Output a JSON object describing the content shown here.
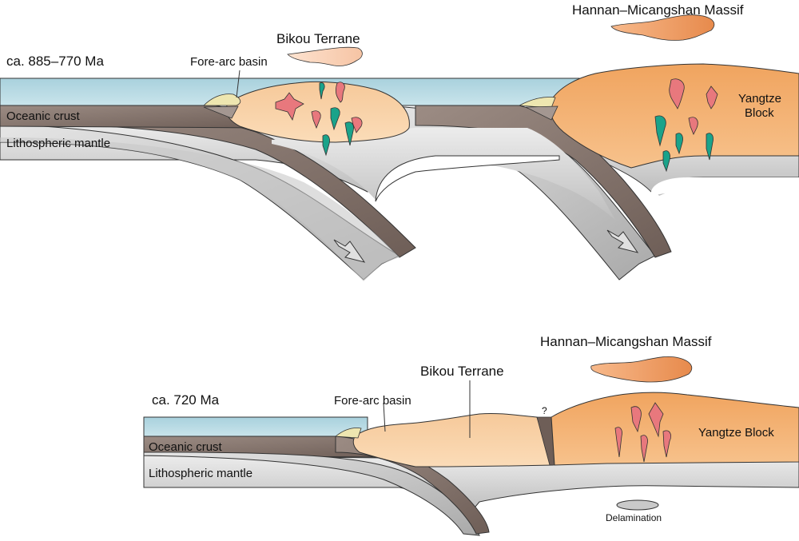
{
  "top_panel": {
    "age": "ca. 885–770 Ma",
    "bikou": "Bikou Terrane",
    "forearc": "Fore-arc basin",
    "massif": "Hannan–Micangshan Massif",
    "oceanic": "Oceanic crust",
    "mantle": "Lithospheric mantle",
    "yangtze_line1": "Yangtze",
    "yangtze_line2": "Block"
  },
  "bottom_panel": {
    "age": "ca. 720 Ma",
    "bikou": "Bikou Terrane",
    "forearc": "Fore-arc basin",
    "massif": "Hannan–Micangshan Massif",
    "oceanic": "Oceanic crust",
    "mantle": "Lithospheric mantle",
    "yangtze": "Yangtze Block",
    "question": "?",
    "delamination": "Delamination"
  },
  "colors": {
    "ocean": "#b5d8e2",
    "oceanic_crust": "#8a7a72",
    "mantle": "#d0d0d0",
    "bikou_terrane": "#f8d2a8",
    "yangtze_block": "#f2b070",
    "sediment": "#eee6b0",
    "granite_pink": "#e8787d",
    "mafic_teal": "#1aa38a"
  }
}
